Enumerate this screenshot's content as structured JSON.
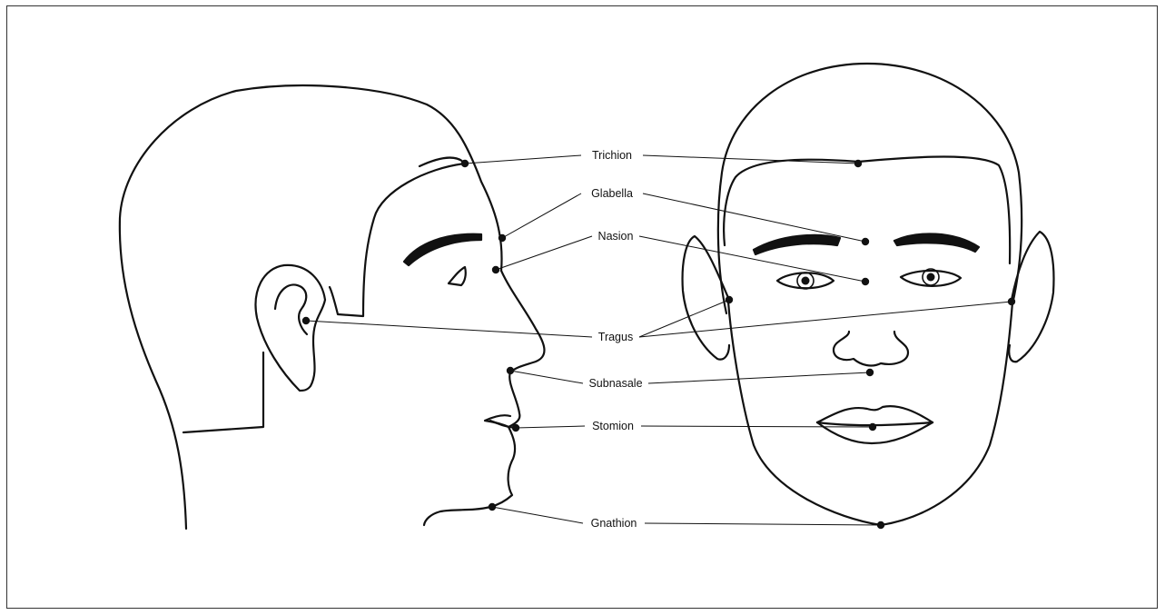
{
  "diagram": {
    "landmarks": {
      "trichion": "Trichion",
      "glabella": "Glabella",
      "nasion": "Nasion",
      "tragus": "Tragus",
      "subnasale": "Subnasale",
      "stomion": "Stomion",
      "gnathion": "Gnathion"
    }
  },
  "colors": {
    "stroke": "#111111",
    "background": "#ffffff",
    "frame": "#333333"
  }
}
